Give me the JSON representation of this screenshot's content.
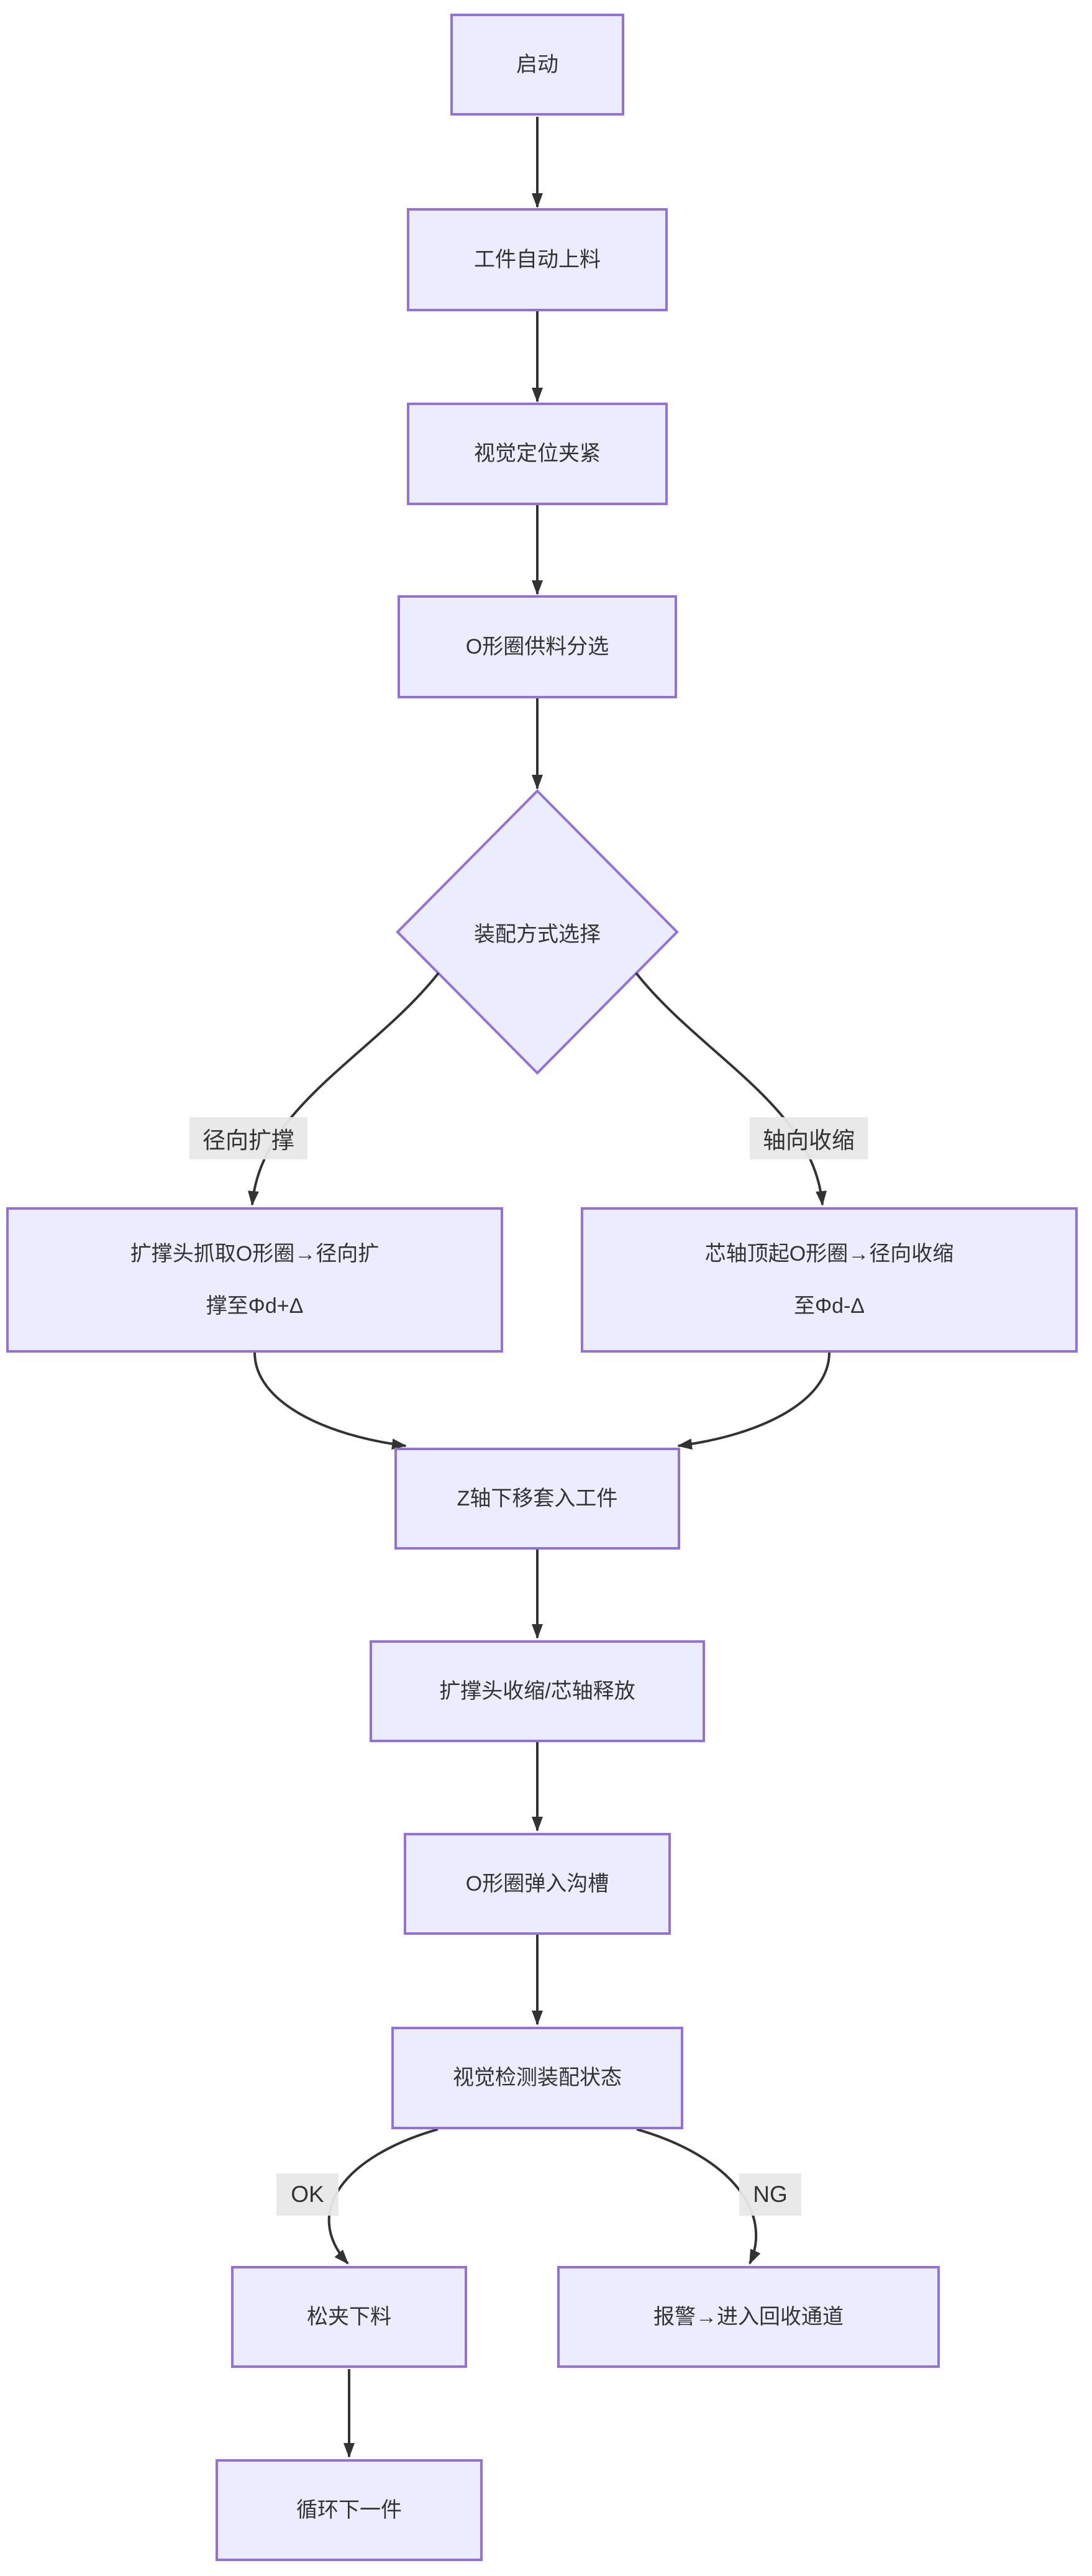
{
  "flowchart": {
    "nodes": {
      "start": {
        "label": "启动"
      },
      "feed": {
        "label": "工件自动上料"
      },
      "clamp": {
        "label": "视觉定位夹紧"
      },
      "sort": {
        "label": "O形圈供料分选"
      },
      "decision": {
        "label": "装配方式选择"
      },
      "expand": {
        "label": "扩撑头抓取O形圈→径向扩撑至Φd+Δ",
        "line1": "扩撑头抓取O形圈→径向扩",
        "line2": "撑至Φd+Δ"
      },
      "shrink": {
        "label": "芯轴顶起O形圈→径向收缩至Φd-Δ",
        "line1": "芯轴顶起O形圈→径向收缩",
        "line2": "至Φd-Δ"
      },
      "insert": {
        "label": "Z轴下移套入工件"
      },
      "release": {
        "label": "扩撑头收缩/芯轴释放"
      },
      "snap": {
        "label": "O形圈弹入沟槽"
      },
      "inspect": {
        "label": "视觉检测装配状态"
      },
      "unload": {
        "label": "松夹下料"
      },
      "alarm": {
        "label": "报警→进入回收通道"
      },
      "next": {
        "label": "循环下一件"
      }
    },
    "edge_labels": {
      "radial": "径向扩撑",
      "axial": "轴向收缩",
      "ok": "OK",
      "ng": "NG"
    },
    "colors": {
      "node_fill": "#ECECFF",
      "node_border": "#9370DB",
      "edge": "#333333",
      "text": "#333333",
      "label_bg": "#E8E8E8"
    }
  }
}
